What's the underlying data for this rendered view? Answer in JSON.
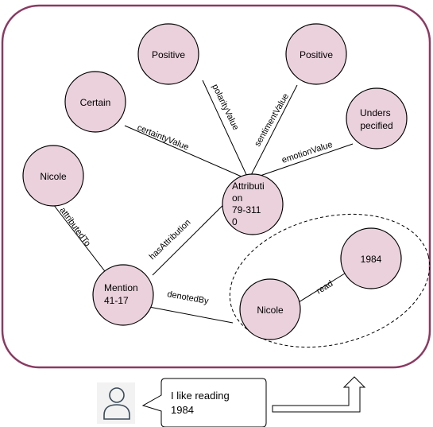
{
  "nodes": {
    "positive_polarity": {
      "lines": [
        "Positive"
      ]
    },
    "positive_sentiment": {
      "lines": [
        "Positive"
      ]
    },
    "certain": {
      "lines": [
        "Certain"
      ]
    },
    "underspecified": {
      "lines": [
        "Unders",
        "pecified"
      ]
    },
    "nicole_source": {
      "lines": [
        "Nicole"
      ]
    },
    "attribution": {
      "lines": [
        "Attributi",
        "on",
        "79-311",
        "0"
      ]
    },
    "mention": {
      "lines": [
        "Mention",
        "41-17"
      ]
    },
    "nicole_event": {
      "lines": [
        "Nicole"
      ]
    },
    "book_1984": {
      "lines": [
        "1984"
      ]
    }
  },
  "edges": {
    "polarity_value": "polarityValue",
    "sentiment_value": "sentimentValue",
    "certainty_value": "certaintyValue",
    "emotion_value": "emotionValue",
    "attributed_to": "attributedTo",
    "has_attribution": "hasAttribution",
    "denoted_by": "denotedBy",
    "read": "read"
  },
  "speech_bubble": {
    "lines": [
      "I like reading",
      "1984"
    ]
  },
  "colors": {
    "node_fill": "#ead1dc",
    "frame_border": "#8a3a62"
  },
  "icons": {
    "speaker": "user-icon",
    "arrow": "up-turn-arrow-icon"
  }
}
